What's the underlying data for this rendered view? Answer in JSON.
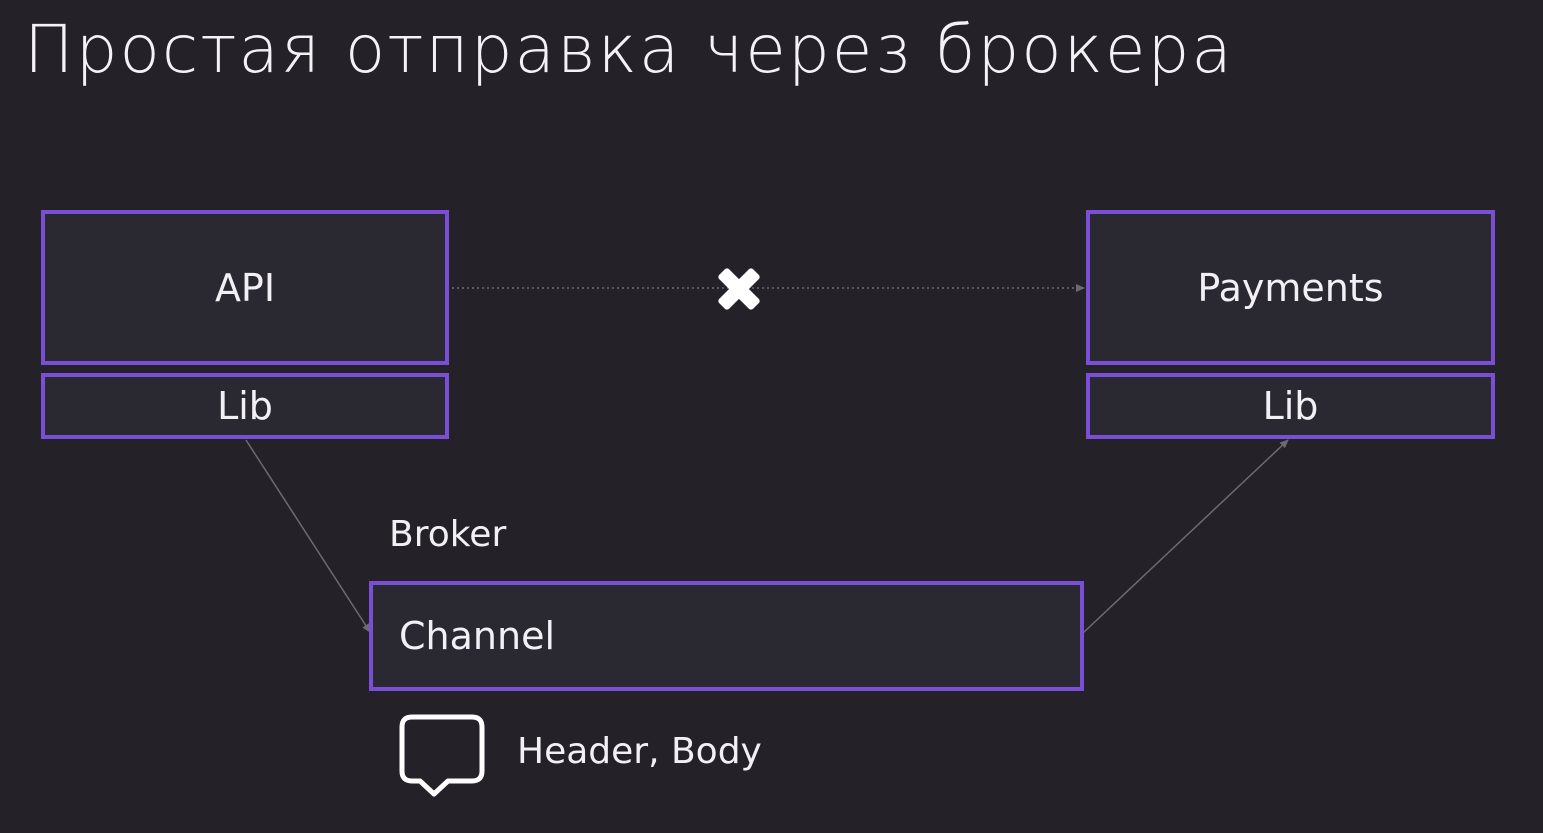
{
  "title": "Простая отправка через брокера",
  "services": {
    "left": {
      "name": "API",
      "lib": "Lib"
    },
    "right": {
      "name": "Payments",
      "lib": "Lib"
    }
  },
  "broker": {
    "label": "Broker",
    "channel": "Channel"
  },
  "message": {
    "icon": "speech-bubble-icon",
    "fields": "Header, Body"
  },
  "direct_link": {
    "status_icon": "cross-icon",
    "blocked": true
  },
  "colors": {
    "background": "#242228",
    "box_border": "#7a4fd6",
    "text": "#f2f0f5",
    "connector": "#6d6a73"
  }
}
